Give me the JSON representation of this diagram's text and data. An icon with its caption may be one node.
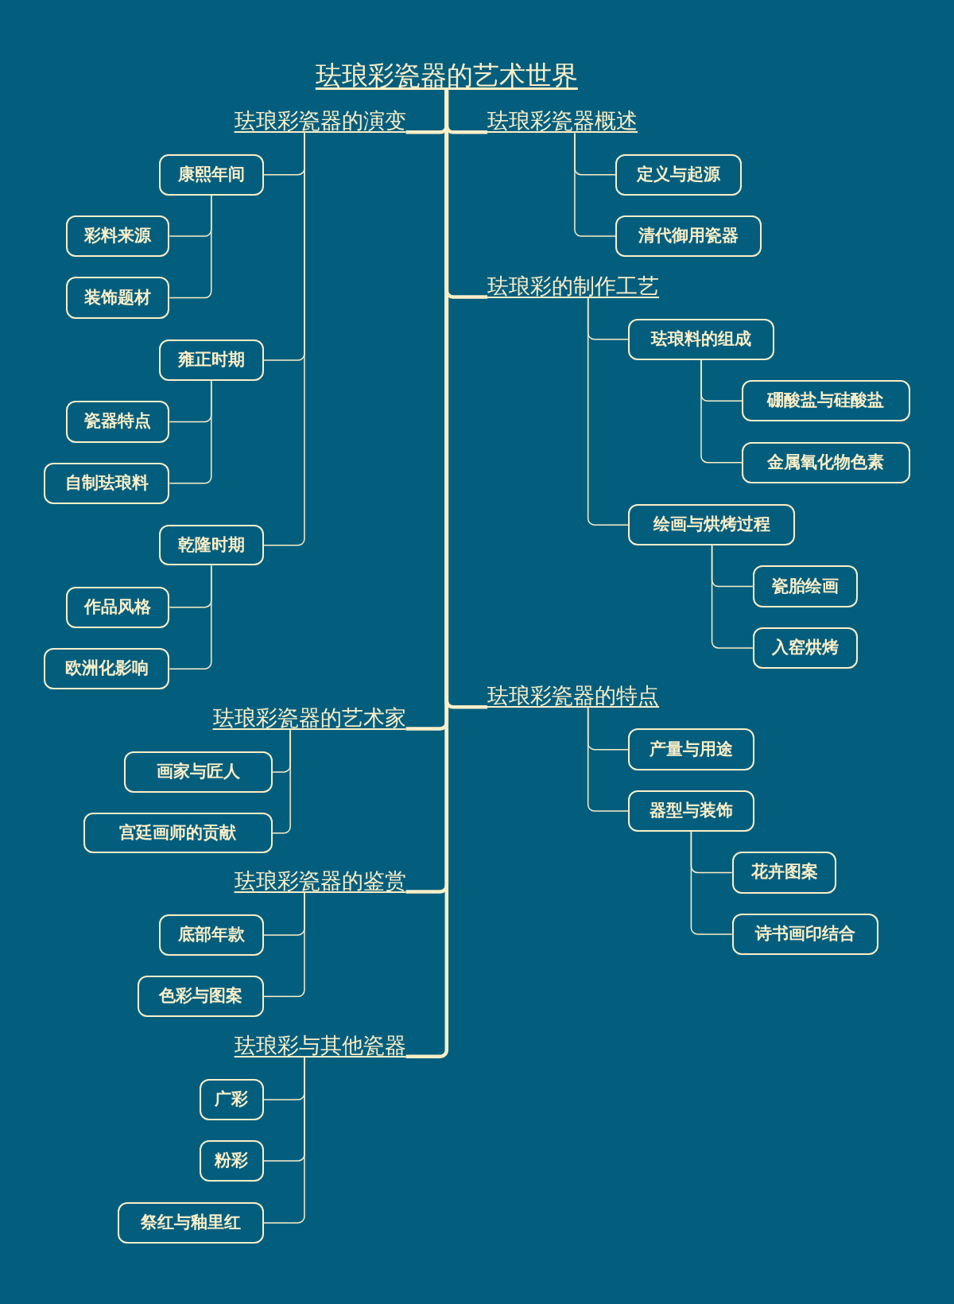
{
  "diagram": {
    "nodes": [
      {
        "text": [
          "珐琅彩瓷器的艺术世界"
        ]
      },
      {
        "text": [
          "珐琅彩瓷器的演变"
        ]
      },
      {
        "text": [
          "康熙年间"
        ]
      },
      {
        "text": [
          "彩料来源"
        ]
      },
      {
        "text": [
          "装饰题材"
        ]
      },
      {
        "text": [
          "雍正时期"
        ]
      },
      {
        "text": [
          "瓷器特点"
        ]
      },
      {
        "text": [
          "自制珐琅料"
        ]
      },
      {
        "text": [
          "乾隆时期"
        ]
      },
      {
        "text": [
          "作品风格"
        ]
      },
      {
        "text": [
          "欧洲化影响"
        ]
      },
      {
        "text": [
          "珐琅彩瓷器概述"
        ]
      },
      {
        "text": [
          "定义与起源"
        ]
      },
      {
        "text": [
          "清代御用瓷器"
        ]
      },
      {
        "text": [
          "珐琅彩的制作工艺"
        ]
      },
      {
        "text": [
          "珐琅料的组成"
        ]
      },
      {
        "text": [
          "硼酸盐与硅酸盐"
        ]
      },
      {
        "text": [
          "金属氧化物色素"
        ]
      },
      {
        "text": [
          "绘画与烘烤过程"
        ]
      },
      {
        "text": [
          "瓷胎绘画"
        ]
      },
      {
        "text": [
          "入窑烘烤"
        ]
      },
      {
        "text": [
          "珐琅彩瓷器的特点"
        ]
      },
      {
        "text": [
          "产量与用途"
        ]
      },
      {
        "text": [
          "器型与装饰"
        ]
      },
      {
        "text": [
          "花卉图案"
        ]
      },
      {
        "text": [
          "诗书画印结合"
        ]
      },
      {
        "text": [
          "珐琅彩瓷器的艺术家"
        ]
      },
      {
        "text": [
          "画家与匠人"
        ]
      },
      {
        "text": [
          "宫廷画师的贡献"
        ]
      },
      {
        "text": [
          "珐琅彩瓷器的鉴赏"
        ]
      },
      {
        "text": [
          "底部年款"
        ]
      },
      {
        "text": [
          "色彩与图案"
        ]
      },
      {
        "text": [
          "珐琅彩与其他瓷器"
        ]
      },
      {
        "text": [
          "广彩"
        ]
      },
      {
        "text": [
          "粉彩"
        ]
      },
      {
        "text": [
          "祭红与釉里红"
        ]
      }
    ],
    "edges": [
      {
        "from": 0,
        "to": 1,
        "arrow": "none",
        "style": "thick"
      },
      {
        "from": 1,
        "to": 2,
        "arrow": "none"
      },
      {
        "from": 2,
        "to": 3,
        "arrow": "none"
      },
      {
        "from": 2,
        "to": 4,
        "arrow": "none"
      },
      {
        "from": 1,
        "to": 5,
        "arrow": "none"
      },
      {
        "from": 5,
        "to": 6,
        "arrow": "none"
      },
      {
        "from": 5,
        "to": 7,
        "arrow": "none"
      },
      {
        "from": 1,
        "to": 8,
        "arrow": "none"
      },
      {
        "from": 8,
        "to": 9,
        "arrow": "none"
      },
      {
        "from": 8,
        "to": 10,
        "arrow": "none"
      },
      {
        "from": 0,
        "to": 11,
        "arrow": "none",
        "style": "thick"
      },
      {
        "from": 11,
        "to": 12,
        "arrow": "none"
      },
      {
        "from": 11,
        "to": 13,
        "arrow": "none"
      },
      {
        "from": 0,
        "to": 14,
        "arrow": "none",
        "style": "thick"
      },
      {
        "from": 14,
        "to": 15,
        "arrow": "none"
      },
      {
        "from": 15,
        "to": 16,
        "arrow": "none"
      },
      {
        "from": 15,
        "to": 17,
        "arrow": "none"
      },
      {
        "from": 14,
        "to": 18,
        "arrow": "none"
      },
      {
        "from": 18,
        "to": 19,
        "arrow": "none"
      },
      {
        "from": 18,
        "to": 20,
        "arrow": "none"
      },
      {
        "from": 0,
        "to": 21,
        "arrow": "none",
        "style": "thick"
      },
      {
        "from": 21,
        "to": 22,
        "arrow": "none"
      },
      {
        "from": 21,
        "to": 23,
        "arrow": "none"
      },
      {
        "from": 23,
        "to": 24,
        "arrow": "none"
      },
      {
        "from": 23,
        "to": 25,
        "arrow": "none"
      },
      {
        "from": 0,
        "to": 26,
        "arrow": "none",
        "style": "thick"
      },
      {
        "from": 26,
        "to": 27,
        "arrow": "none"
      },
      {
        "from": 26,
        "to": 28,
        "arrow": "none"
      },
      {
        "from": 0,
        "to": 29,
        "arrow": "none",
        "style": "thick"
      },
      {
        "from": 29,
        "to": 30,
        "arrow": "none"
      },
      {
        "from": 29,
        "to": 31,
        "arrow": "none"
      },
      {
        "from": 0,
        "to": 32,
        "arrow": "none",
        "style": "thick"
      },
      {
        "from": 32,
        "to": 33,
        "arrow": "none"
      },
      {
        "from": 32,
        "to": 34,
        "arrow": "none"
      },
      {
        "from": 32,
        "to": 35,
        "arrow": "none"
      }
    ]
  }
}
